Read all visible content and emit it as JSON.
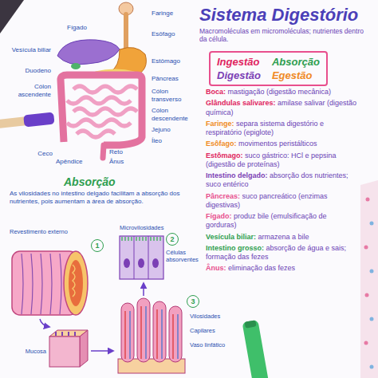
{
  "diagram": {
    "title": "Sistema Digestório",
    "nodes": [
      {
        "text": [
          "Ingestão",
          "Absorção",
          "Digestão",
          "Egestão"
        ]
      },
      {
        "text": [
          "1"
        ]
      },
      {
        "text": [
          "2"
        ]
      },
      {
        "text": [
          "3"
        ]
      }
    ],
    "labels": [
      "Macromoléculas em micromoléculas; nutrientes dentro da célula.",
      "Faringe",
      "Esôfago",
      "Fígado",
      "Vesícula biliar",
      "Duodeno",
      "Cólon ascendente",
      "Estômago",
      "Pâncreas",
      "Cólon transverso",
      "Cólon descendente",
      "Jejuno",
      "Íleo",
      "Ceco",
      "Apêndice",
      "Reto",
      "Ânus",
      "Boca:",
      "mastigação (digestão mecânica)",
      "Glândulas salivares:",
      "amilase salivar (digestão química)",
      "Faringe:",
      "separa sistema digestório e respiratório (epiglote)",
      "Esôfago:",
      "movimentos peristálticos",
      "Estômago:",
      "suco gástrico: HCl e pepsina (digestão de proteínas)",
      "Intestino delgado:",
      "absorção dos nutrientes; suco entérico",
      "Pâncreas:",
      "suco pancreático (enzimas digestivas)",
      "Fígado:",
      "produz bile (emulsificação de gorduras)",
      "Vesícula biliar:",
      "armazena a bile",
      "Intestino grosso:",
      "absorção de água e sais; formação das fezes",
      "Ânus:",
      "eliminação das fezes",
      "Absorção",
      "As vilosidades no intestino delgado facilitam a absorção dos nutrientes, pois aumentam a área de absorção.",
      "Revestimento externo",
      "Microvilosidades",
      "Células absorventes",
      "Vilosidades",
      "Capilares",
      "Vaso linfático",
      "Mucosa"
    ]
  }
}
